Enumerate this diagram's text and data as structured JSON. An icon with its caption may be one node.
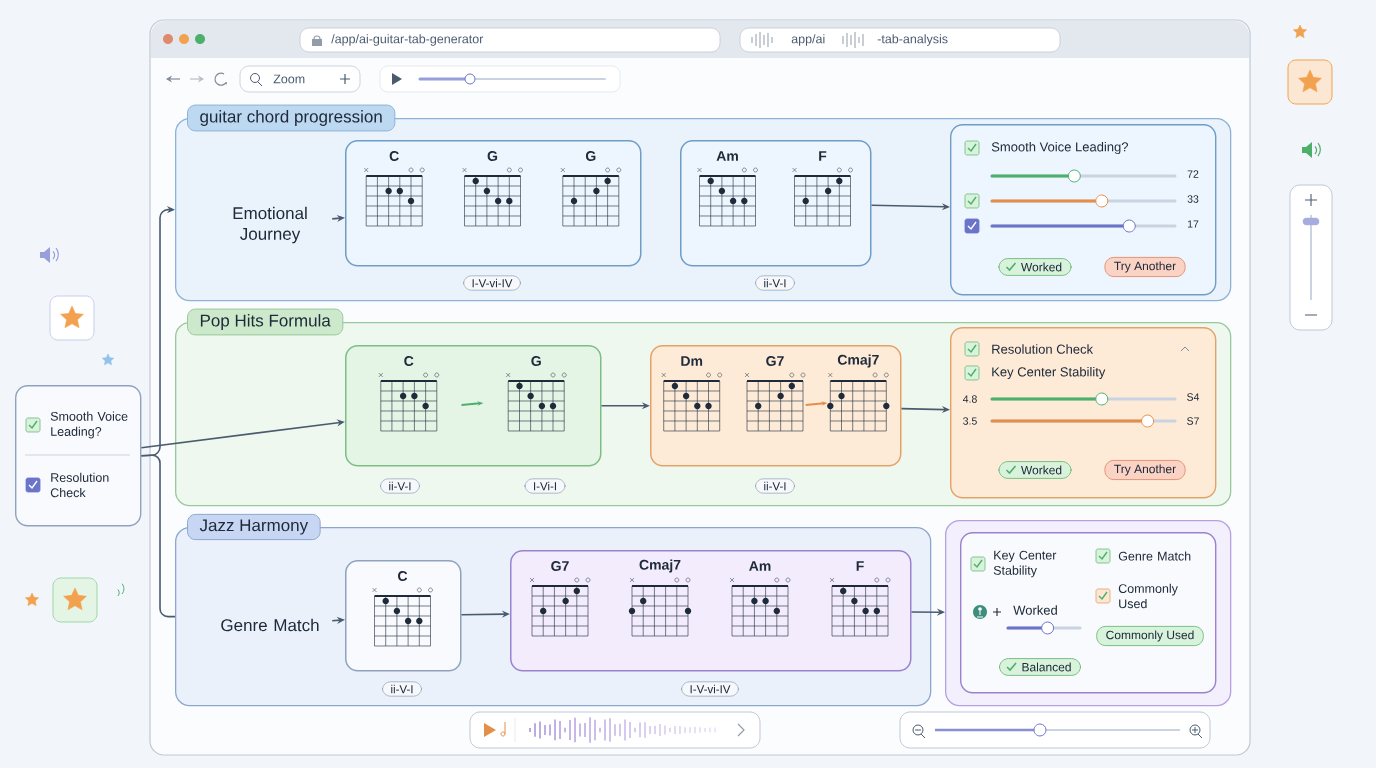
{
  "diagram": {
    "nodes": [
      {
        "text": [
          "guitar chord progression"
        ]
      },
      {
        "text": [
          "Emotional Journey"
        ],
        "in": 0
      },
      {
        "text": [
          "C",
          "G",
          "G"
        ],
        "beside": [
          "I-V-vi-IV"
        ],
        "in": 0
      },
      {
        "text": [
          "Am",
          "F"
        ],
        "beside": [
          "ii-V-I"
        ],
        "in": 0
      },
      {
        "text": [
          "Smooth Voice Leading?",
          "72",
          "33",
          "17",
          "Worked",
          "Try Another"
        ],
        "in": 0
      },
      {
        "text": [
          "Pop Hits Formula"
        ]
      },
      {
        "text": [
          "C",
          "G"
        ],
        "beside": [
          "I-Vi-I",
          "ii-V-I"
        ],
        "in": 5
      },
      {
        "text": [
          "Dm",
          "G7",
          "Cmaj7"
        ],
        "beside": [
          "ii-V-I"
        ],
        "in": 5
      },
      {
        "text": [
          "Resolution Check",
          "Key Center Stability",
          "S4",
          "S7",
          "4.8",
          "3.5",
          "Worked",
          "Try Another"
        ],
        "in": 5
      },
      {
        "text": [
          "Jazz Harmony"
        ]
      },
      {
        "text": [
          "Genre Match"
        ],
        "in": 9
      },
      {
        "text": [
          "C"
        ],
        "beside": [
          "ii-V-I"
        ],
        "in": 9
      },
      {
        "text": [
          "G7",
          "Cmaj7",
          "Am",
          "F"
        ],
        "beside": [
          "I-V-vi-IV"
        ],
        "in": 9
      },
      {
        "text": [],
        "shape": "box"
      },
      {
        "text": [
          "Key Center Stability",
          "Genre Match",
          "Commonly Used",
          "Worked",
          "Balanced",
          "Commonly Used"
        ],
        "in": 13
      },
      {
        "text": [
          "Smooth Voice Leading?",
          "Resolution Check"
        ]
      }
    ],
    "edges": [
      {
        "from": 1,
        "to": 2,
        "arrow": "to"
      },
      {
        "from": 3,
        "to": 4,
        "arrow": "to"
      },
      {
        "from": 6,
        "to": 7,
        "arrow": "to"
      },
      {
        "from": 7,
        "to": 8,
        "arrow": "to"
      },
      {
        "from": 10,
        "to": 11,
        "arrow": "to"
      },
      {
        "from": 11,
        "to": 12,
        "arrow": "to"
      },
      {
        "from": 12,
        "to": 13,
        "arrow": "to"
      },
      {
        "from": 15,
        "to": 0,
        "arrow": "to"
      },
      {
        "from": 15,
        "to": 6,
        "arrow": "to"
      },
      {
        "from": 15,
        "to": 9,
        "arrow": "none"
      }
    ],
    "labels": [
      "/app/ai-guitar-tab-generator",
      "app/ai",
      "-tab-analysis",
      "Zoom"
    ]
  }
}
